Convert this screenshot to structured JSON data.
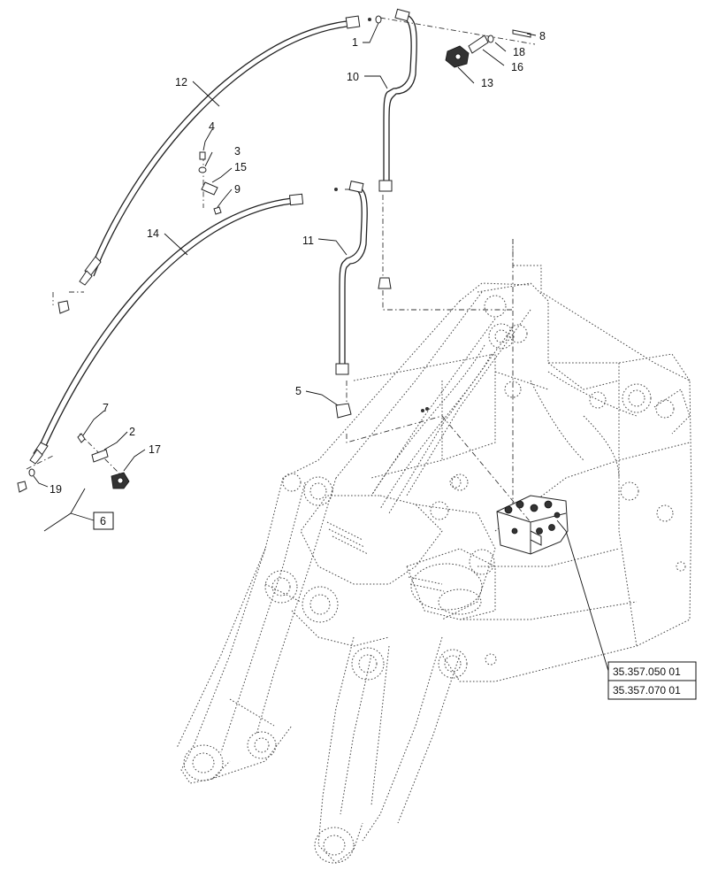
{
  "callouts": {
    "c1": "1",
    "c2": "2",
    "c3": "3",
    "c4": "4",
    "c5": "5",
    "c6": "6",
    "c7": "7",
    "c8": "8",
    "c9": "9",
    "c10": "10",
    "c11": "11",
    "c12": "12",
    "c13": "13",
    "c14": "14",
    "c15": "15",
    "c16": "16",
    "c17": "17",
    "c18": "18",
    "c19": "19"
  },
  "references": {
    "ref1": "35.357.050 01",
    "ref2": "35.357.070 01"
  }
}
